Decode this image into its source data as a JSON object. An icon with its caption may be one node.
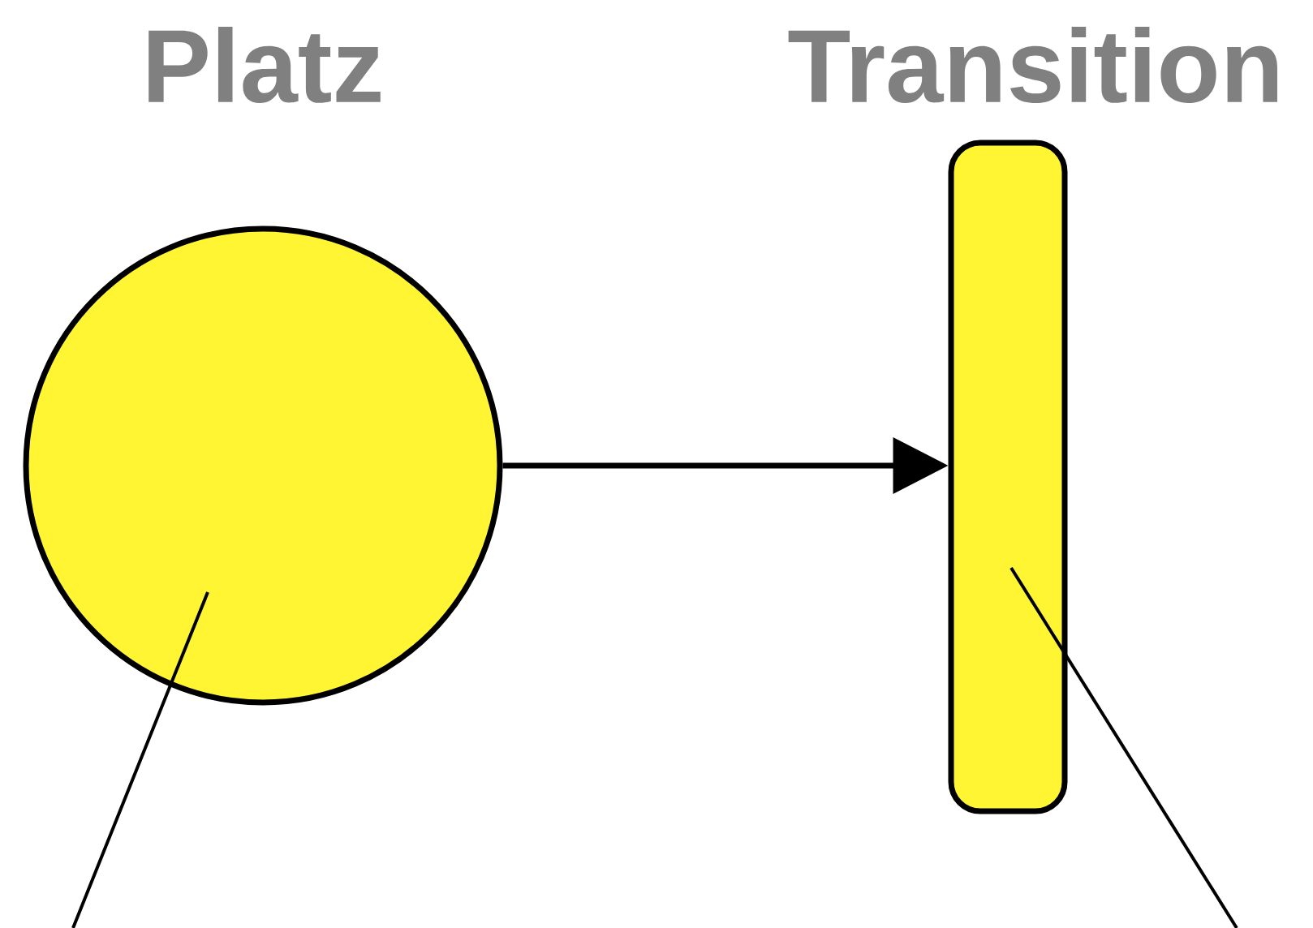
{
  "diagram": {
    "nodes": [
      {
        "text": [
          "Platz"
        ]
      },
      {
        "text": [
          "Transition"
        ]
      }
    ],
    "edges": [
      {
        "from": 0,
        "to": 1,
        "arrow": "to"
      },
      {
        "from": null,
        "to": 0,
        "arrow": "none"
      },
      {
        "from": null,
        "to": 1,
        "arrow": "none"
      }
    ]
  }
}
